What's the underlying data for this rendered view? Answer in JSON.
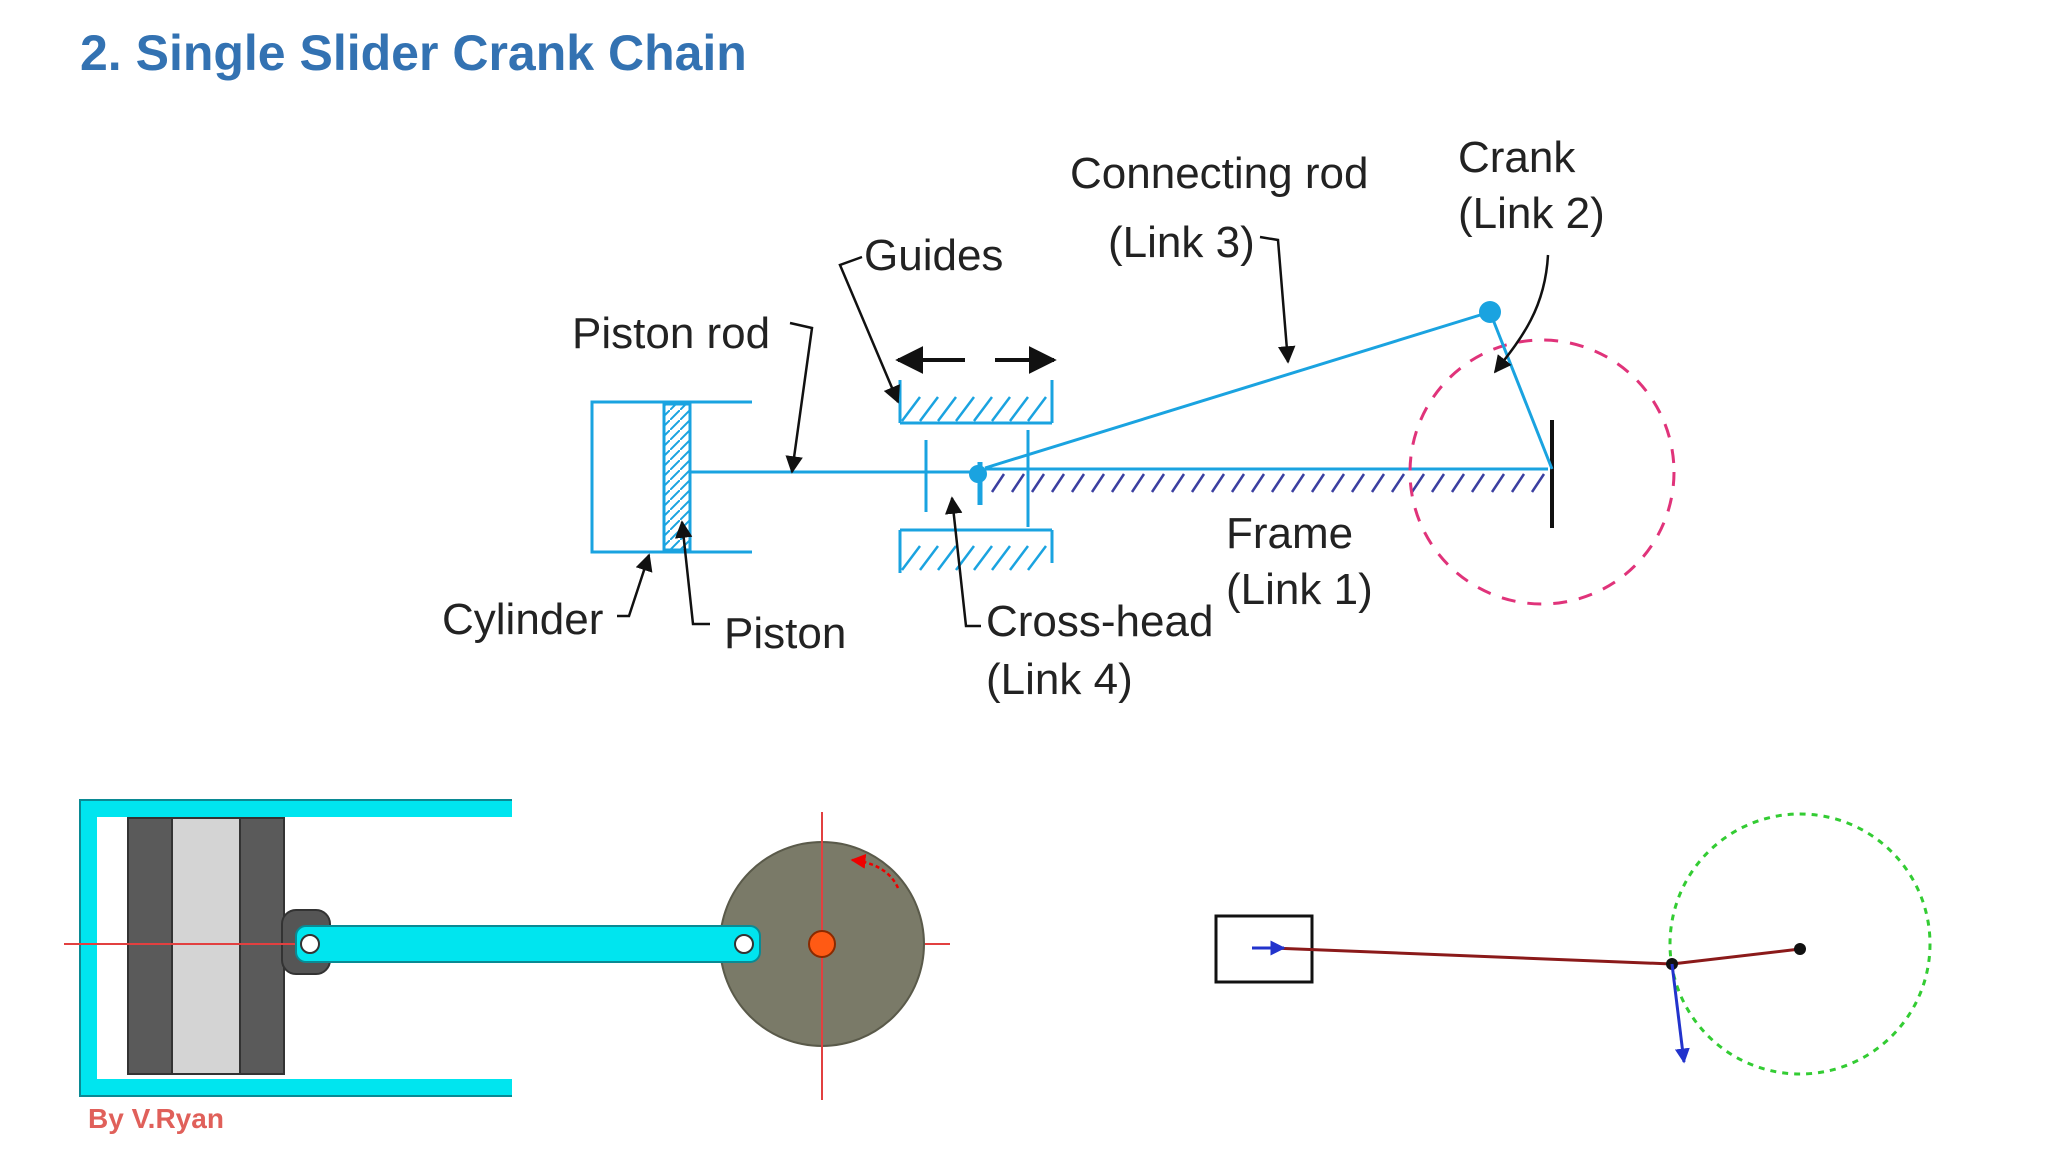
{
  "page": {
    "title": "2. Single Slider Crank Chain"
  },
  "diagram_labels": {
    "connecting_rod": "Connecting rod",
    "link3": "(Link 3)",
    "crank": "Crank",
    "link2": "(Link 2)",
    "guides": "Guides",
    "piston_rod": "Piston rod",
    "frame": "Frame",
    "link1": "(Link 1)",
    "cylinder": "Cylinder",
    "piston": "Piston",
    "cross_head": "Cross-head",
    "link4": "(Link 4)"
  },
  "animation_credit": "By V.Ryan",
  "colors": {
    "title": "#3372b2",
    "mechanism": "#1aa3e0",
    "frame_hatch": "#3a3fa0",
    "crank_circle": "#e0337a",
    "cylinder_cyan": "#00e5ef",
    "crank_disc": "#7a7a68",
    "pivot": "#ff5a14",
    "rod_dark_red": "#8b1a1a",
    "dotted_circle": "#33cc33",
    "velocity_arrow": "#2233cc"
  },
  "icons": [
    "arrow-left-icon",
    "arrow-right-icon",
    "rotation-arrow-icon"
  ]
}
